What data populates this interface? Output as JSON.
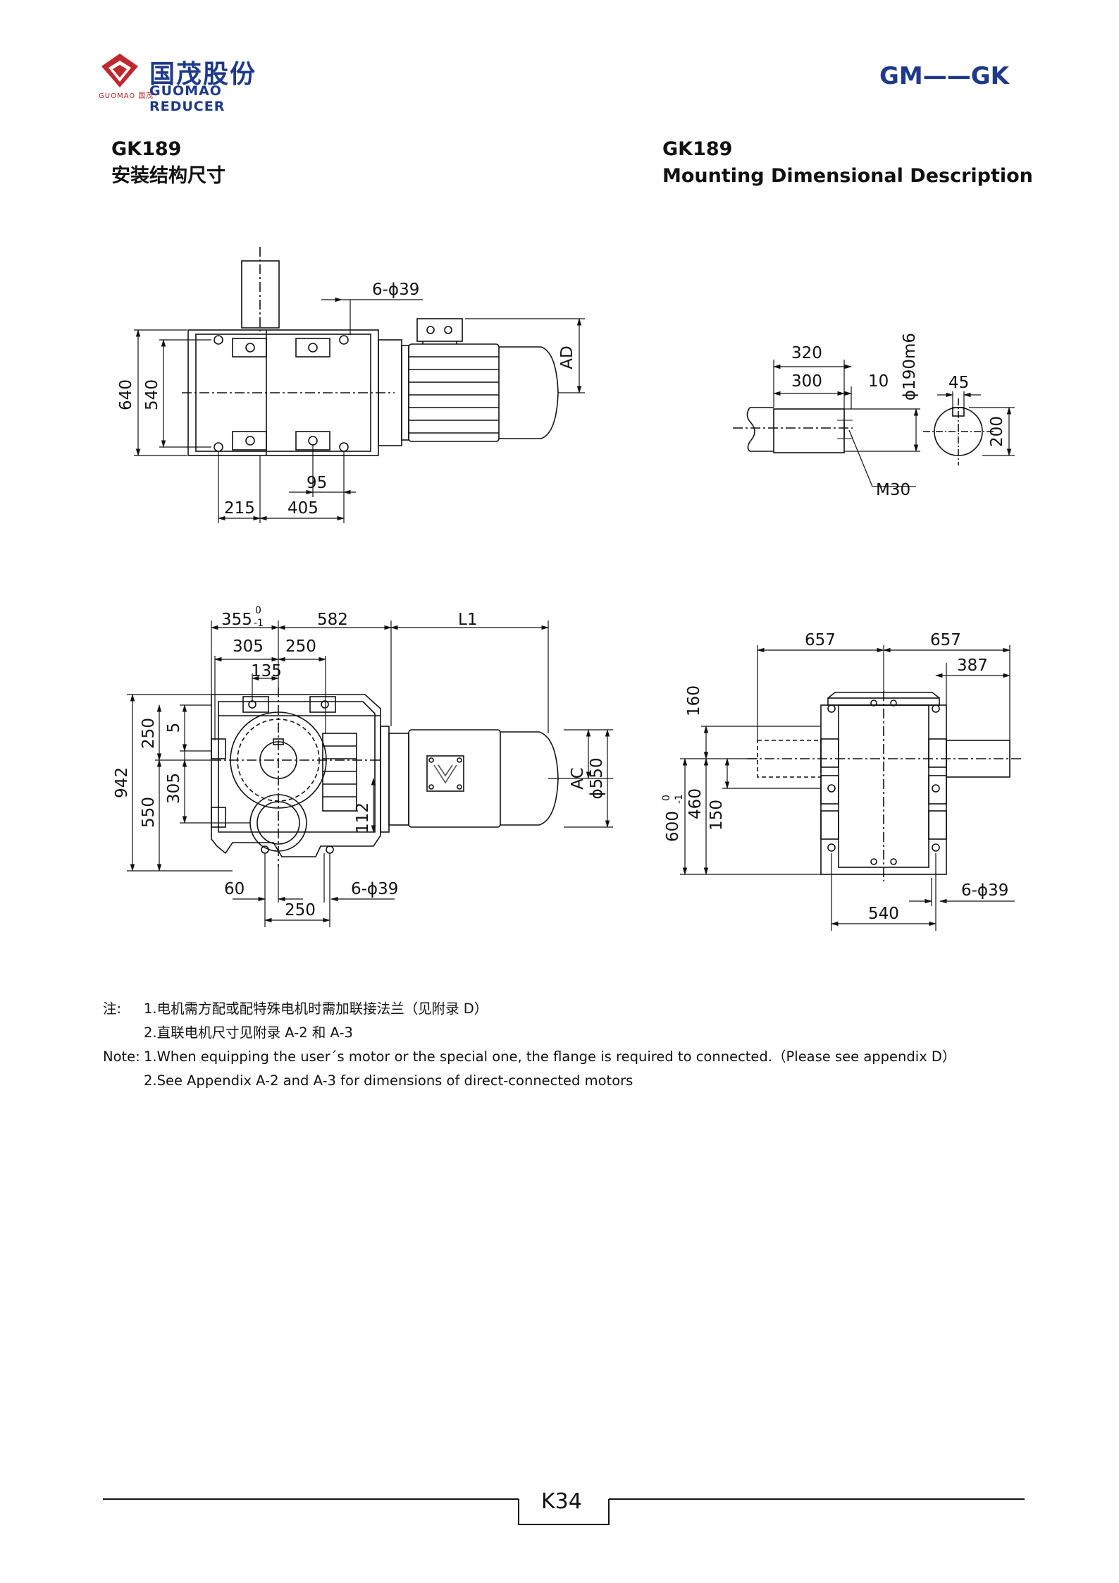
{
  "header": {
    "logo_cn": "国茂股份",
    "logo_en": "GUOMAO REDUCER",
    "logo_small": "GUOMAO 国茂",
    "series": "GM——GK",
    "brand_color": "#1e3a8a",
    "logo_red": "#c0282d"
  },
  "title": {
    "model_left": "GK189",
    "subtitle_cn": "安装结构尺寸",
    "model_right": "GK189",
    "subtitle_en": "Mounting Dimensional Description"
  },
  "drawing_top_left": {
    "d_6_39": "6-ϕ39",
    "d_640": "640",
    "d_540": "540",
    "d_95": "95",
    "d_215": "215",
    "d_405": "405",
    "d_ad": "AD"
  },
  "drawing_top_right": {
    "d_320": "320",
    "d_300": "300",
    "d_10": "10",
    "d_190m6": "ϕ190m6",
    "d_45": "45",
    "d_200": "200",
    "d_m30": "M30"
  },
  "drawing_bottom_left": {
    "d_355": "355",
    "tol_355_top": "0",
    "tol_355_bottom": "-1",
    "d_582": "582",
    "d_l1": "L1",
    "d_305_top": "305",
    "d_250_top": "250",
    "d_135": "135",
    "d_942": "942",
    "d_250_left": "250",
    "d_5": "5",
    "d_305_left": "305",
    "d_550_left": "550",
    "d_112": "112",
    "d_ac": "AC",
    "d_550_phi": "ϕ550",
    "d_60": "60",
    "d_6_39": "6-ϕ39",
    "d_250_bottom": "250"
  },
  "drawing_bottom_right": {
    "d_657_left": "657",
    "d_657_right": "657",
    "d_387": "387",
    "d_160": "160",
    "d_600": "600",
    "tol_600_top": "0",
    "tol_600_bottom": "-1",
    "d_460": "460",
    "d_150": "150",
    "d_6_39": "6-ϕ39",
    "d_540": "540"
  },
  "notes": {
    "label_cn": "注:",
    "cn1": "1.电机需方配或配特殊电机时需加联接法兰（见附录 D）",
    "cn2": "2.直联电机尺寸见附录 A-2 和 A-3",
    "label_en": "Note:",
    "en1": "1.When equipping the user´s motor or the special one, the flange is required to connected.（Please see appendix D）",
    "en2": "2.See Appendix A-2 and A-3 for dimensions of direct-connected motors"
  },
  "footer": {
    "page": "K34"
  }
}
